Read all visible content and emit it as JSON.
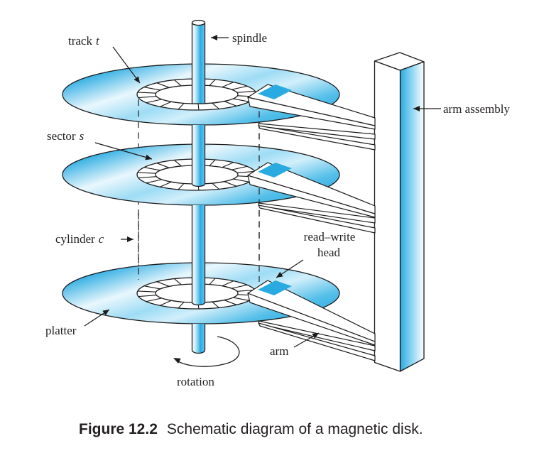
{
  "figure": {
    "caption_label": "Figure 12.2",
    "caption_text": "Schematic diagram of a magnetic disk."
  },
  "labels": {
    "track": {
      "text": "track",
      "variable": "t"
    },
    "spindle": {
      "text": "spindle"
    },
    "arm_assembly": {
      "text": "arm assembly"
    },
    "sector": {
      "text": "sector",
      "variable": "s"
    },
    "cylinder": {
      "text": "cylinder",
      "variable": "c"
    },
    "read_write_head": {
      "line1": "read–write",
      "line2": "head"
    },
    "platter": {
      "text": "platter"
    },
    "arm": {
      "text": "arm"
    },
    "rotation": {
      "text": "rotation"
    }
  },
  "colors": {
    "accent_blue": "#29abe2",
    "pale_blue": "#e9f7fd",
    "ink": "#231f20",
    "background": "#ffffff"
  }
}
